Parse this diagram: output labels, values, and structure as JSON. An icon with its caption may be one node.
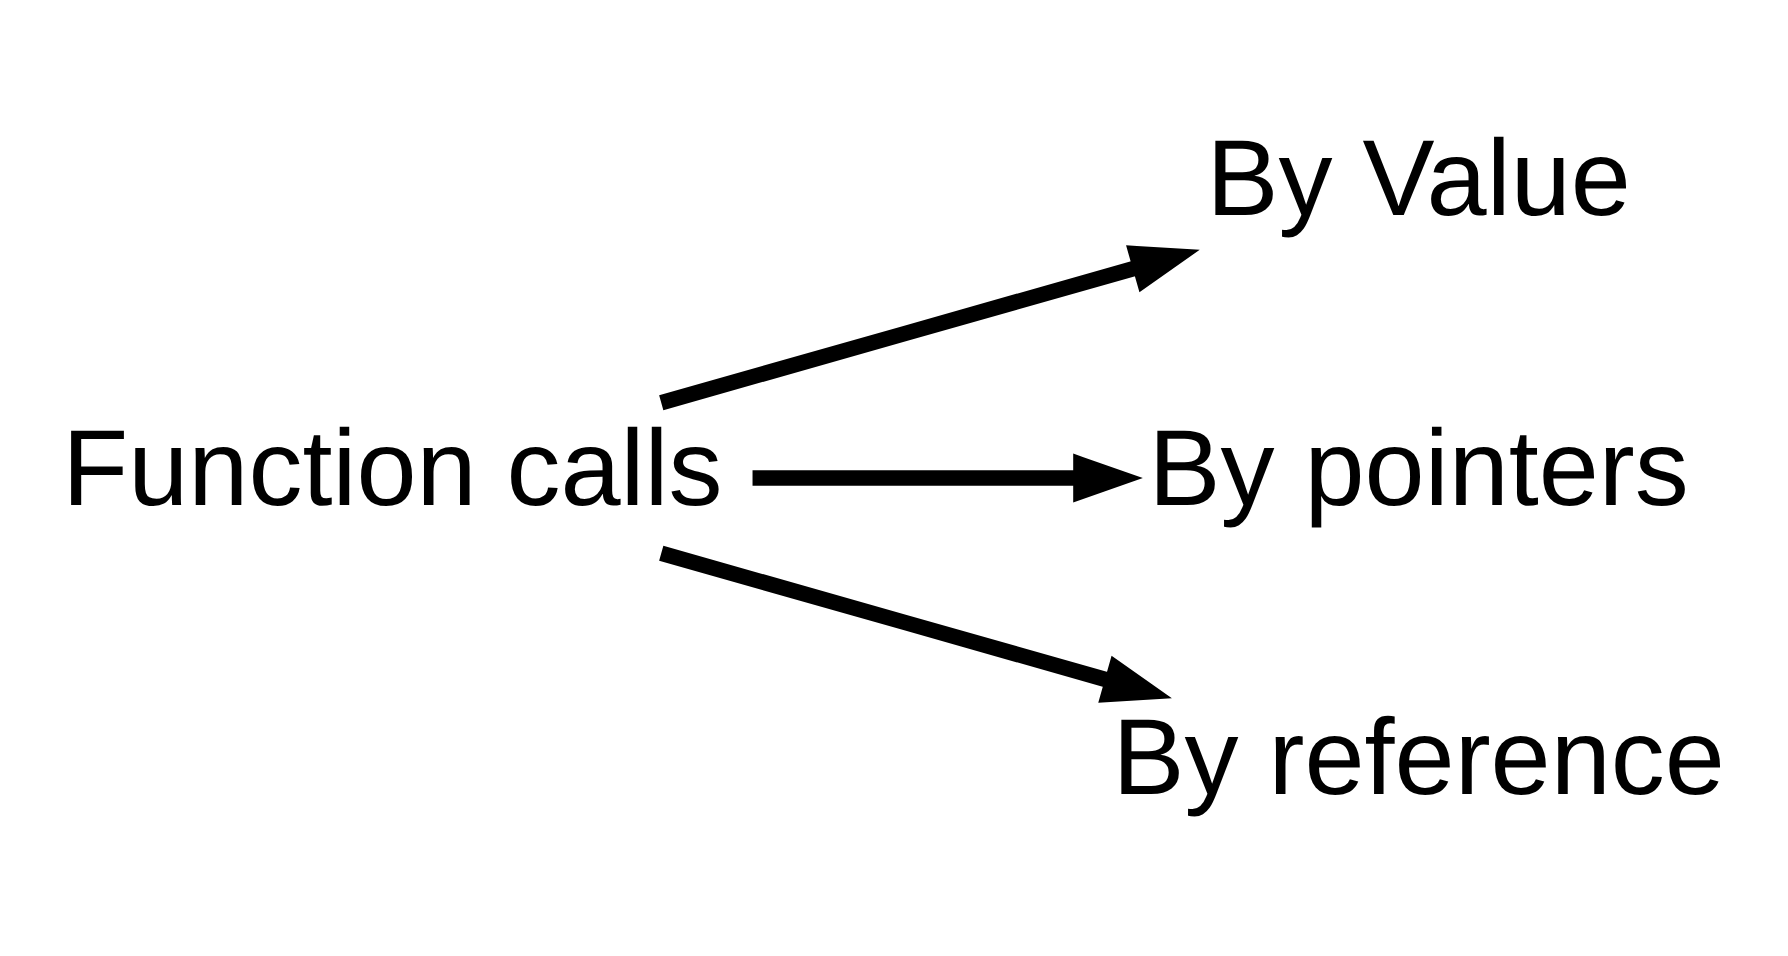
{
  "diagram": {
    "nodes": [
      {
        "text": [
          "Function calls"
        ]
      },
      {
        "text": [
          "By Value"
        ]
      },
      {
        "text": [
          "By pointers"
        ]
      },
      {
        "text": [
          "By reference"
        ]
      }
    ],
    "edges": [
      {
        "from": 0,
        "to": 1,
        "arrow": "to"
      },
      {
        "from": 0,
        "to": 2,
        "arrow": "to"
      },
      {
        "from": 0,
        "to": 3,
        "arrow": "to"
      }
    ]
  }
}
